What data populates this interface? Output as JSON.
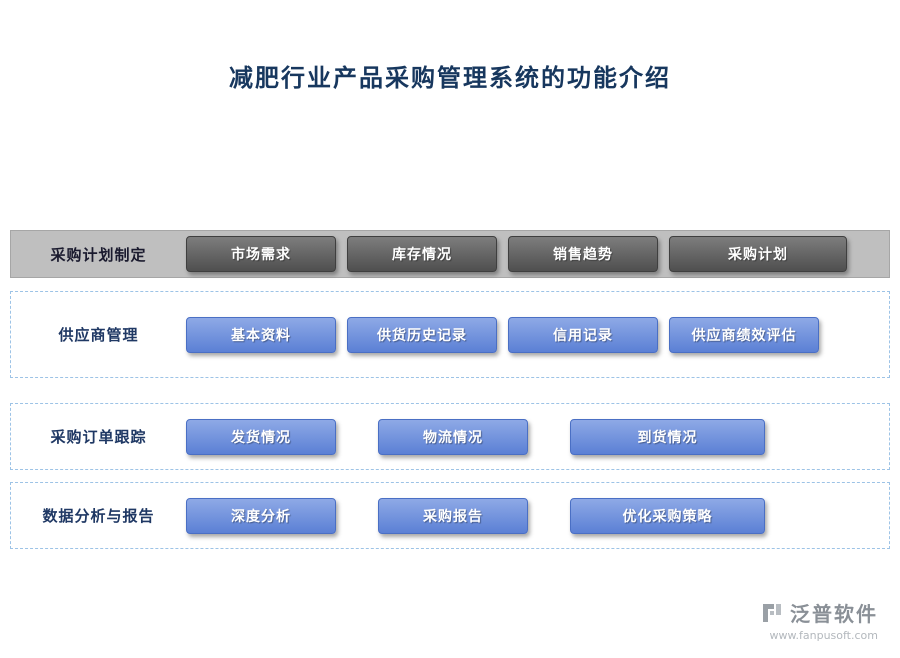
{
  "page": {
    "title": "减肥行业产品采购管理系统的功能介绍"
  },
  "rows": [
    {
      "id": "purchase-plan",
      "label": "采购计划制定",
      "style": "gray",
      "buttons": [
        "市场需求",
        "库存情况",
        "销售趋势",
        "采购计划"
      ]
    },
    {
      "id": "supplier-management",
      "label": "供应商管理",
      "style": "blue",
      "buttons": [
        "基本资料",
        "供货历史记录",
        "信用记录",
        "供应商绩效评估"
      ]
    },
    {
      "id": "order-tracking",
      "label": "采购订单跟踪",
      "style": "blue",
      "buttons": [
        "发货情况",
        "物流情况",
        "到货情况"
      ]
    },
    {
      "id": "data-analysis",
      "label": "数据分析与报告",
      "style": "blue",
      "buttons": [
        "深度分析",
        "采购报告",
        "优化采购策略"
      ]
    }
  ],
  "footer": {
    "brand": "泛普软件",
    "url": "www.fanpusoft.com"
  },
  "colors": {
    "title": "#17375e",
    "row_header_bg": "#bfbfbf",
    "dark_button": "#4f4f4f",
    "blue_button": "#5b80d5",
    "dashed_border": "#9dc3e6"
  }
}
